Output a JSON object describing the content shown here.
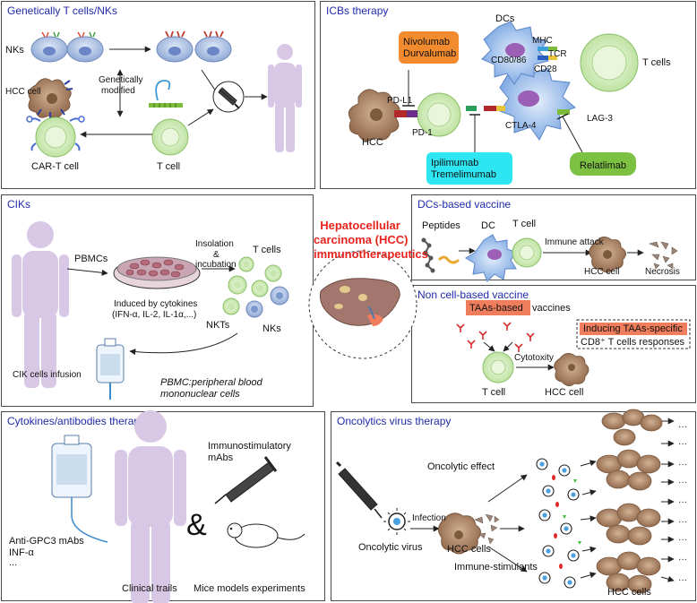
{
  "center": {
    "title_line1": "Hepatocellular",
    "title_line2": "carcinoma (HCC)",
    "title_line3": "immunotherapeutics"
  },
  "panels": {
    "genetic": {
      "title": "Genetically T cells/NKs",
      "nks": "NKs",
      "hcc_cell": "HCC cell",
      "genetically_modified_1": "Genetically",
      "genetically_modified_2": "modified",
      "car_t": "CAR-T cell",
      "t_cell": "T cell"
    },
    "icb": {
      "title": "ICBs therapy",
      "drug1_line1": "Nivolumab",
      "drug1_line2": "Durvalumab",
      "drug2_line1": "Ipilimumab",
      "drug2_line2": "Tremelimumab",
      "drug3": "Relatlimab",
      "dcs": "DCs",
      "mhc": "MHC",
      "tcr": "TCR",
      "cd80": "CD80/86",
      "cd28": "CD28",
      "t_cells": "T cells",
      "pdl1": "PD-L1",
      "pd1": "PD-1",
      "hcc": "HCC",
      "ctla4": "CTLA-4",
      "lag3": "LAG-3"
    },
    "ciks": {
      "title": "CIKs",
      "pbmcs": "PBMCs",
      "isolation_1": "Insolation",
      "isolation_2": "&",
      "isolation_3": "incubation",
      "t_cells": "T cells",
      "induced_1": "Induced by cytokines",
      "induced_2": "(IFN-α, IL-2, IL-1α,...)",
      "nkts": "NKTs",
      "nks": "NKs",
      "infusion": "CIK cells infusion",
      "pbmc_def_1": "PBMC:peripheral blood",
      "pbmc_def_2": "mononuclear cells"
    },
    "dcvac": {
      "title": "DCs-based vaccine",
      "peptides": "Peptides",
      "dc": "DC",
      "t_cell": "T cell",
      "immune_attack": "Immune attack",
      "hcc_cell": "HCC cell",
      "necrosis": "Necrosis"
    },
    "noncell": {
      "title": "Non cell-based vaccine",
      "taas": "TAAs-based",
      "vaccines": "vaccines",
      "inducing": "Inducing TAAs-specific",
      "cd8": "CD8⁺ T cells responses",
      "cytotoxity": "Cytotoxity",
      "t_cell": "T cell",
      "hcc_cell": "HCC cell"
    },
    "cytokines": {
      "title": "Cytokines/antibodies therapy",
      "immuno_1": "Immunostimulatory",
      "immuno_2": "mAbs",
      "ampersand": "&",
      "anti_gpc3": "Anti-GPC3 mAbs",
      "inf": "INF-α",
      "ellipsis": "...",
      "clinical": "Clinical trails",
      "mice": "Mice models experiments"
    },
    "ov": {
      "title": "Oncolytics virus therapy",
      "oncolytic_effect": "Oncolytic effect",
      "infection": "Infection",
      "oncolytic_virus": "Oncolytic virus",
      "hcc_cells": "HCC cells",
      "immune_stim": "Immune-stimulants",
      "hcc_cells_out": "HCC cells",
      "dots": "···"
    }
  },
  "colors": {
    "title_blue": "#1f2aa8",
    "center_red": "#e8231d",
    "orange": "#f28a2e",
    "cyan": "#2ee6f2",
    "green": "#7dc142",
    "tcell_fill": "#d6f0c4",
    "hcc_fill": "#b08a6a",
    "nk_fill": "#aec2e6",
    "human": "#d8c8e6",
    "dc_fill": "#8fb8ea",
    "liver": "#a4776e",
    "salmon": "#f07e5c"
  }
}
